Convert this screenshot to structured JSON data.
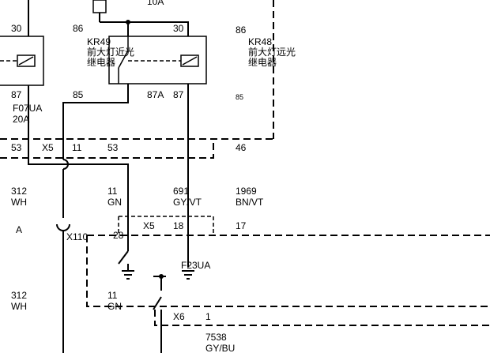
{
  "relay_left": {
    "pin30": "30",
    "pin87": "87"
  },
  "fuse_top": {
    "rating": "10A"
  },
  "relay_kr49": {
    "pin86": "86",
    "pin30": "30",
    "pin85": "85",
    "pin87A": "87A",
    "pin87": "87",
    "id": "KR49",
    "name_line1": "前大灯近光",
    "name_line2": "继电器"
  },
  "relay_kr48": {
    "pin86": "86",
    "id": "KR48",
    "name_line1": "前大灯远光",
    "name_line2": "继电器",
    "pin_cut": "85"
  },
  "fuse_f07ua": {
    "id": "F07UA",
    "rating": "20A"
  },
  "connector_x5_top": {
    "id": "X5",
    "pins": [
      "53",
      "11",
      "53",
      "46"
    ]
  },
  "wires_mid": [
    {
      "circuit": "312",
      "color": "WH"
    },
    {
      "circuit": "11",
      "color": "GN"
    },
    {
      "circuit": "691",
      "color": "GY/VT"
    },
    {
      "circuit": "1969",
      "color": "BN/VT"
    }
  ],
  "splice_label": "A",
  "connector_x110": {
    "id": "X110",
    "pin": "28"
  },
  "connector_x5_mid": {
    "id": "X5",
    "pins": [
      "18",
      "17"
    ]
  },
  "fuse_f23ua": {
    "id": "F23UA"
  },
  "wires_low": [
    {
      "circuit": "312",
      "color": "WH"
    },
    {
      "circuit": "11",
      "color": "GN"
    }
  ],
  "connector_x6": {
    "id": "X6",
    "pin": "1"
  },
  "wire_out": {
    "circuit": "7538",
    "color": "GY/BU"
  }
}
